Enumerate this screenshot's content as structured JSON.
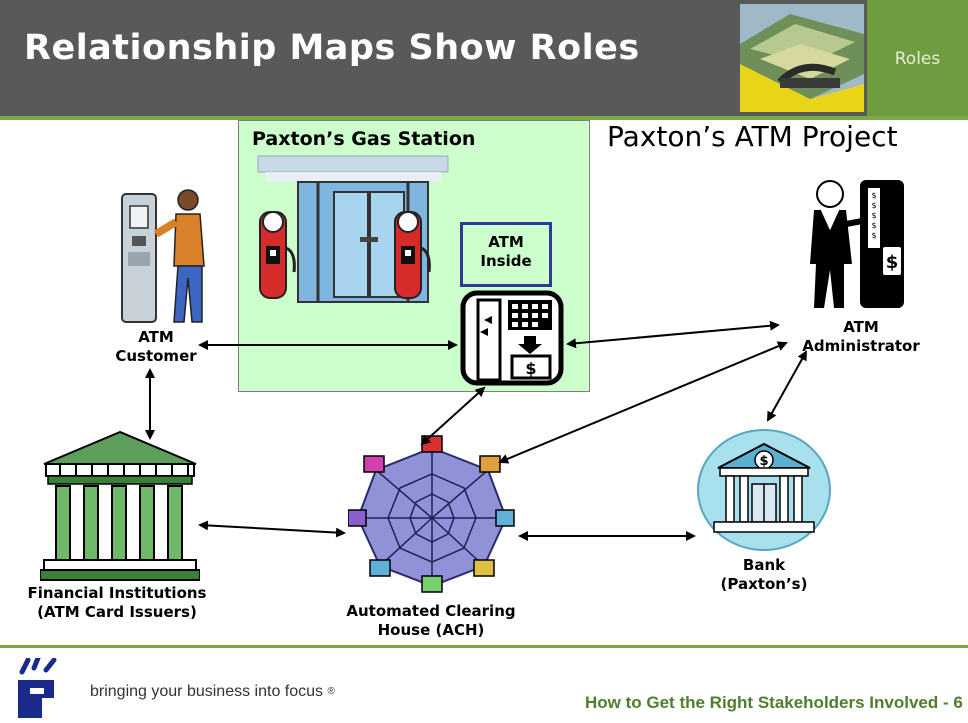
{
  "header": {
    "title": "Relationship Maps Show Roles",
    "tab_label": "Roles",
    "colors": {
      "bar": "#595959",
      "tab": "#6f9c3f",
      "rule": "#7aa84a"
    }
  },
  "diagram": {
    "project_title": "Paxton’s ATM Project",
    "gas_station_title": "Paxton’s Gas Station",
    "atm_inside_label": "ATM\nInside",
    "nodes": {
      "atm_customer": "ATM\nCustomer",
      "atm_administrator": "ATM\nAdministrator",
      "financial_institutions": "Financial Institutions\n(ATM Card Issuers)",
      "ach": "Automated Clearing\nHouse (ACH)",
      "bank": "Bank\n(Paxton’s)"
    },
    "colors": {
      "gas_box": "#ccffcc",
      "atm_box_border": "#2e3a9a"
    }
  },
  "footer": {
    "tagline": "bringing your business into focus",
    "tagline_mark": "®",
    "right_text": "How to Get the Right Stakeholders Involved - 6",
    "colors": {
      "right_text": "#4f7f2a"
    }
  }
}
